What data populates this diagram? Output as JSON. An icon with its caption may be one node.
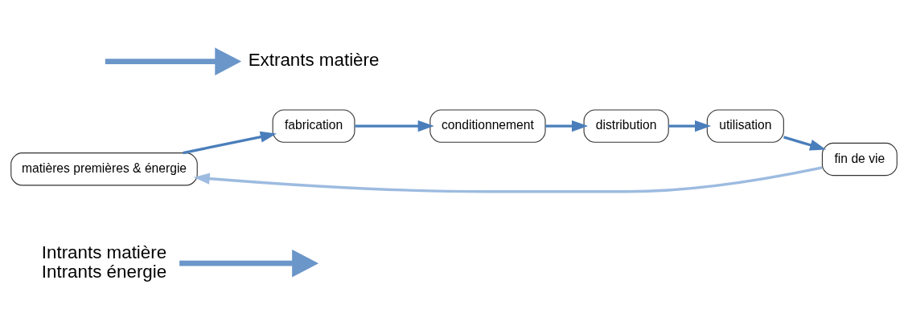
{
  "diagram": {
    "nodes": [
      {
        "text": [
          "Intrants matière",
          "Intrants énergie"
        ]
      },
      {
        "text": [
          "matières premières & énergie"
        ]
      },
      {
        "text": [
          "fabrication"
        ]
      },
      {
        "text": [
          "conditionnement"
        ]
      },
      {
        "text": [
          "distribution"
        ]
      },
      {
        "text": [
          "utilisation"
        ]
      },
      {
        "text": [
          "fin de vie"
        ]
      },
      {
        "text": [
          "Extrants matière"
        ]
      }
    ],
    "edges": [
      {
        "from": 0,
        "to": null,
        "arrow": "to",
        "style": "thick"
      },
      {
        "from": 1,
        "to": 2,
        "arrow": "to"
      },
      {
        "from": 2,
        "to": 3,
        "arrow": "to"
      },
      {
        "from": 3,
        "to": 4,
        "arrow": "to"
      },
      {
        "from": 4,
        "to": 5,
        "arrow": "to"
      },
      {
        "from": 5,
        "to": 6,
        "arrow": "to"
      },
      {
        "from": 6,
        "to": 1,
        "arrow": "to",
        "color": "#9dbbe0"
      },
      {
        "from": null,
        "to": 7,
        "arrow": "to",
        "style": "thick"
      }
    ]
  }
}
